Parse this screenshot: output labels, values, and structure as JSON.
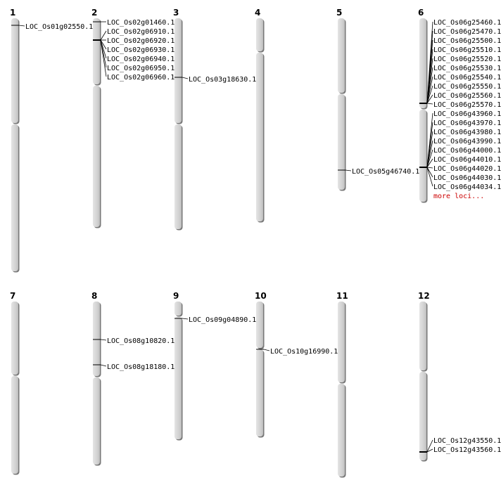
{
  "colors": {
    "more_link": "#cc0000",
    "chromosome_fill": "#d4d4d4",
    "chromosome_shadow": "#777777"
  },
  "chromosomes": [
    {
      "name": "1",
      "loci": [
        [
          "LOC_Os01g02550.1"
        ]
      ]
    },
    {
      "name": "2",
      "loci": [
        [
          "LOC_Os02g01460.1"
        ],
        [
          "LOC_Os02g06910.1",
          "LOC_Os02g06920.1",
          "LOC_Os02g06930.1",
          "LOC_Os02g06940.1",
          "LOC_Os02g06950.1",
          "LOC_Os02g06960.1"
        ]
      ]
    },
    {
      "name": "3",
      "loci": [
        [
          "LOC_Os03g18630.1"
        ]
      ]
    },
    {
      "name": "4",
      "loci": []
    },
    {
      "name": "5",
      "loci": [
        [
          "LOC_Os05g46740.1"
        ]
      ]
    },
    {
      "name": "6",
      "loci": [
        [
          "LOC_Os06g25460.1",
          "LOC_Os06g25470.1",
          "LOC_Os06g25500.1",
          "LOC_Os06g25510.1",
          "LOC_Os06g25520.1",
          "LOC_Os06g25530.1",
          "LOC_Os06g25540.1",
          "LOC_Os06g25550.1",
          "LOC_Os06g25560.1",
          "LOC_Os06g25570.1"
        ],
        [
          "LOC_Os06g43960.1",
          "LOC_Os06g43970.1",
          "LOC_Os06g43980.1",
          "LOC_Os06g43990.1",
          "LOC_Os06g44000.1",
          "LOC_Os06g44010.1",
          "LOC_Os06g44020.1",
          "LOC_Os06g44030.1",
          "LOC_Os06g44034.1"
        ]
      ],
      "more": "more loci..."
    },
    {
      "name": "7",
      "loci": []
    },
    {
      "name": "8",
      "loci": [
        [
          "LOC_Os08g10820.1"
        ],
        [
          "LOC_Os08g18180.1"
        ]
      ]
    },
    {
      "name": "9",
      "loci": [
        [
          "LOC_Os09g04890.1"
        ]
      ]
    },
    {
      "name": "10",
      "loci": [
        [
          "LOC_Os10g16990.1"
        ]
      ]
    },
    {
      "name": "11",
      "loci": []
    },
    {
      "name": "12",
      "loci": [
        [
          "LOC_Os12g43550.1",
          "LOC_Os12g43560.1"
        ]
      ]
    }
  ]
}
